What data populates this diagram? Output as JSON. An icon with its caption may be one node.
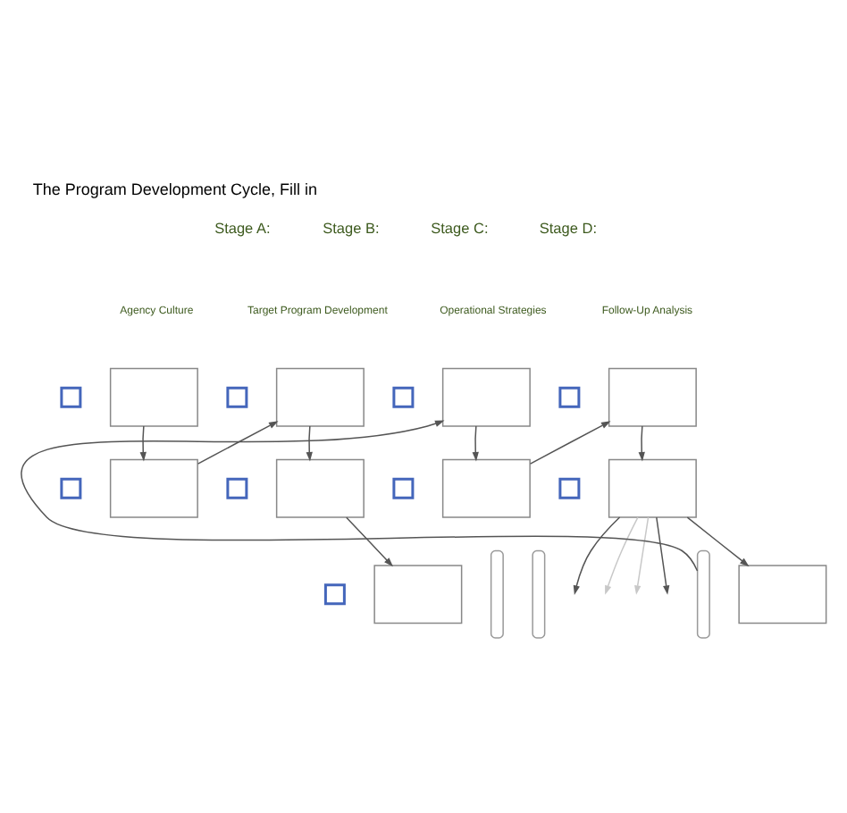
{
  "diagram": {
    "title": "The Program Development Cycle, Fill in",
    "nodes": [
      {
        "text": [],
        "shape": "square"
      },
      {
        "text": [],
        "shape": "box"
      },
      {
        "text": [],
        "shape": "square"
      },
      {
        "text": [],
        "shape": "box"
      },
      {
        "text": [],
        "shape": "square"
      },
      {
        "text": [],
        "shape": "box"
      },
      {
        "text": [],
        "shape": "square"
      },
      {
        "text": [],
        "shape": "box"
      },
      {
        "text": [],
        "shape": "square"
      },
      {
        "text": [],
        "shape": "box"
      },
      {
        "text": [],
        "shape": "square"
      },
      {
        "text": [],
        "shape": "box"
      },
      {
        "text": [],
        "shape": "square"
      },
      {
        "text": [],
        "shape": "box"
      },
      {
        "text": [],
        "shape": "square"
      },
      {
        "text": [],
        "shape": "box"
      },
      {
        "text": [],
        "shape": "square"
      },
      {
        "text": [],
        "shape": "box"
      },
      {
        "text": [],
        "shape": "bar"
      },
      {
        "text": [],
        "shape": "bar"
      },
      {
        "text": [],
        "shape": "bar"
      },
      {
        "text": [],
        "shape": "box"
      }
    ],
    "edges": [
      {
        "from": 1,
        "to": 9,
        "arrow": "to"
      },
      {
        "from": 9,
        "to": 3,
        "arrow": "to"
      },
      {
        "from": 3,
        "to": 11,
        "arrow": "to"
      },
      {
        "from": 11,
        "to": 17,
        "arrow": "to"
      },
      {
        "from": 20,
        "to": 5,
        "arrow": "to"
      },
      {
        "from": 5,
        "to": 13,
        "arrow": "to"
      },
      {
        "from": 13,
        "to": 7,
        "arrow": "to"
      },
      {
        "from": 7,
        "to": 15,
        "arrow": "to"
      },
      {
        "from": 15,
        "to": 21,
        "arrow": "to"
      },
      {
        "from": 15,
        "to": null,
        "arrow": "to"
      },
      {
        "from": 15,
        "to": null,
        "arrow": "to",
        "color": "#c8c8c8"
      },
      {
        "from": 15,
        "to": null,
        "arrow": "to",
        "color": "#c8c8c8"
      },
      {
        "from": 15,
        "to": null,
        "arrow": "to"
      }
    ],
    "labels": [
      "Stage A:",
      "Agency Culture",
      "Stage B:",
      "Target Program Development",
      "Stage C:",
      "Operational Strategies",
      "Stage D:",
      "Follow-Up Analysis"
    ]
  }
}
